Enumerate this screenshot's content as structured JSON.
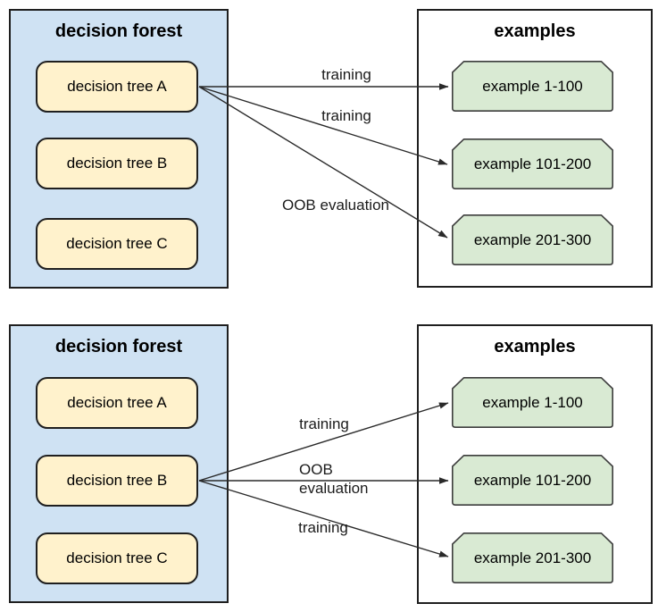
{
  "panels": [
    {
      "name": "top",
      "source_tree": "decision tree A",
      "forest": {
        "title": "decision forest",
        "trees": [
          "decision tree A",
          "decision tree B",
          "decision tree C"
        ]
      },
      "examples": {
        "title": "examples",
        "items": [
          "example 1-100",
          "example 101-200",
          "example 201-300"
        ]
      },
      "arrows": [
        {
          "from": "decision tree A",
          "to": "example 1-100",
          "label": "training"
        },
        {
          "from": "decision tree A",
          "to": "example 101-200",
          "label": "training"
        },
        {
          "from": "decision tree A",
          "to": "example 201-300",
          "label": "OOB evaluation"
        }
      ]
    },
    {
      "name": "bottom",
      "source_tree": "decision tree B",
      "forest": {
        "title": "decision forest",
        "trees": [
          "decision tree A",
          "decision tree B",
          "decision tree C"
        ]
      },
      "examples": {
        "title": "examples",
        "items": [
          "example 1-100",
          "example 101-200",
          "example 201-300"
        ]
      },
      "arrows": [
        {
          "from": "decision tree B",
          "to": "example 1-100",
          "label": "training"
        },
        {
          "from": "decision tree B",
          "to": "example 101-200",
          "label": "OOB evaluation"
        },
        {
          "from": "decision tree B",
          "to": "example 201-300",
          "label": "training"
        }
      ]
    }
  ],
  "colors": {
    "forest_panel_fill": "#cfe2f3",
    "tree_node_fill": "#fff2cc",
    "example_node_fill": "#d9ead3",
    "examples_panel_fill": "#ffffff",
    "border": "#1f1f1f",
    "example_border": "#3d3d3d",
    "arrow": "#2a2a2a",
    "text": "#000000"
  }
}
